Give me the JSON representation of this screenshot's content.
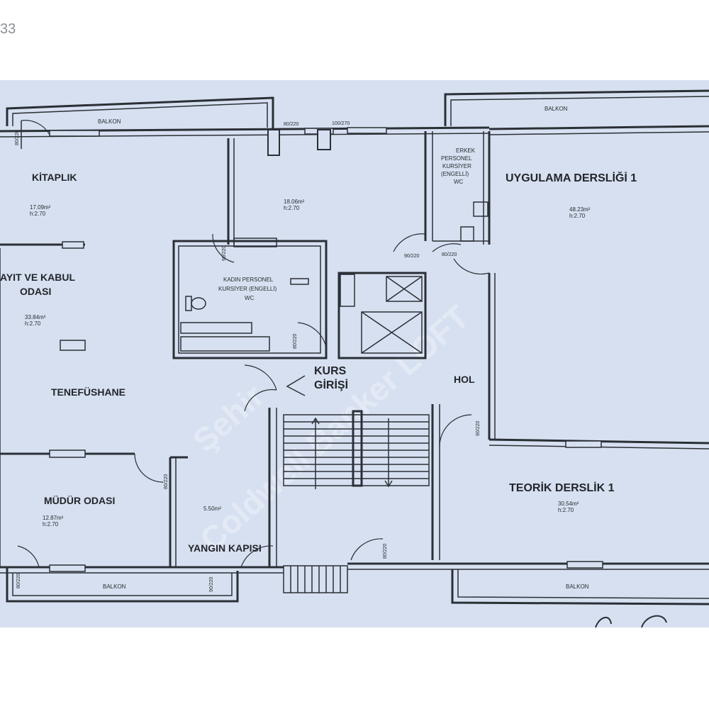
{
  "corner_text": "33",
  "rooms": {
    "balkon_top_left": "BALKON",
    "balkon_top_right": "BALKON",
    "balkon_bottom_left": "BALKON",
    "balkon_bottom_right": "BALKON",
    "kitaplik": "KİTAPLIK",
    "kitaplik_area": "17.09m²",
    "kitaplik_h": "h:2.70",
    "middle_room_area": "18.06m²",
    "middle_room_h": "h:2.70",
    "erkek_wc_1": "ERKEK",
    "erkek_wc_2": "PERSONEL",
    "erkek_wc_3": "KURSİYER",
    "erkek_wc_4": "(ENGELLİ)",
    "erkek_wc_5": "WC",
    "uygulama": "UYGULAMA DERSLİĞİ 1",
    "uygulama_area": "48.23m²",
    "uygulama_h": "h:2.70",
    "kayit_1": "AYIT VE KABUL",
    "kayit_2": "ODASI",
    "kayit_area": "33.84m²",
    "kayit_h": "h:2.70",
    "kadin_wc_1": "KADIN PERSONEL",
    "kadin_wc_2": "KURSİYER (ENGELLİ)",
    "kadin_wc_3": "WC",
    "kurs_1": "KURS",
    "kurs_2": "GİRİŞİ",
    "hol": "HOL",
    "tenefus": "TENEFÜSHANE",
    "mudur": "MÜDÜR ODASI",
    "mudur_area": "12.87m²",
    "mudur_h": "h:2.70",
    "small_area": "5.50m²",
    "yangin": "YANGIN KAPISI",
    "teorik": "TEORİK DERSLİK 1",
    "teorik_area": "30.54m²",
    "teorik_h": "h:2.70"
  },
  "dimensions": {
    "d1": "80/220",
    "d2": "100/270",
    "d3": "90/220",
    "d4": "80/220",
    "d5": "90/220",
    "d6": "80/220",
    "d7": "80/220",
    "d8": "90/220",
    "d9": "80/220",
    "d10": "80/220",
    "d11": "90/220",
    "d12": "80/220"
  },
  "watermark": {
    "line1": "Coldwell Banker LOFT",
    "line2": "Şehir"
  },
  "colors": {
    "paper": "#d6e0f0",
    "ink": "#2b2f36"
  }
}
